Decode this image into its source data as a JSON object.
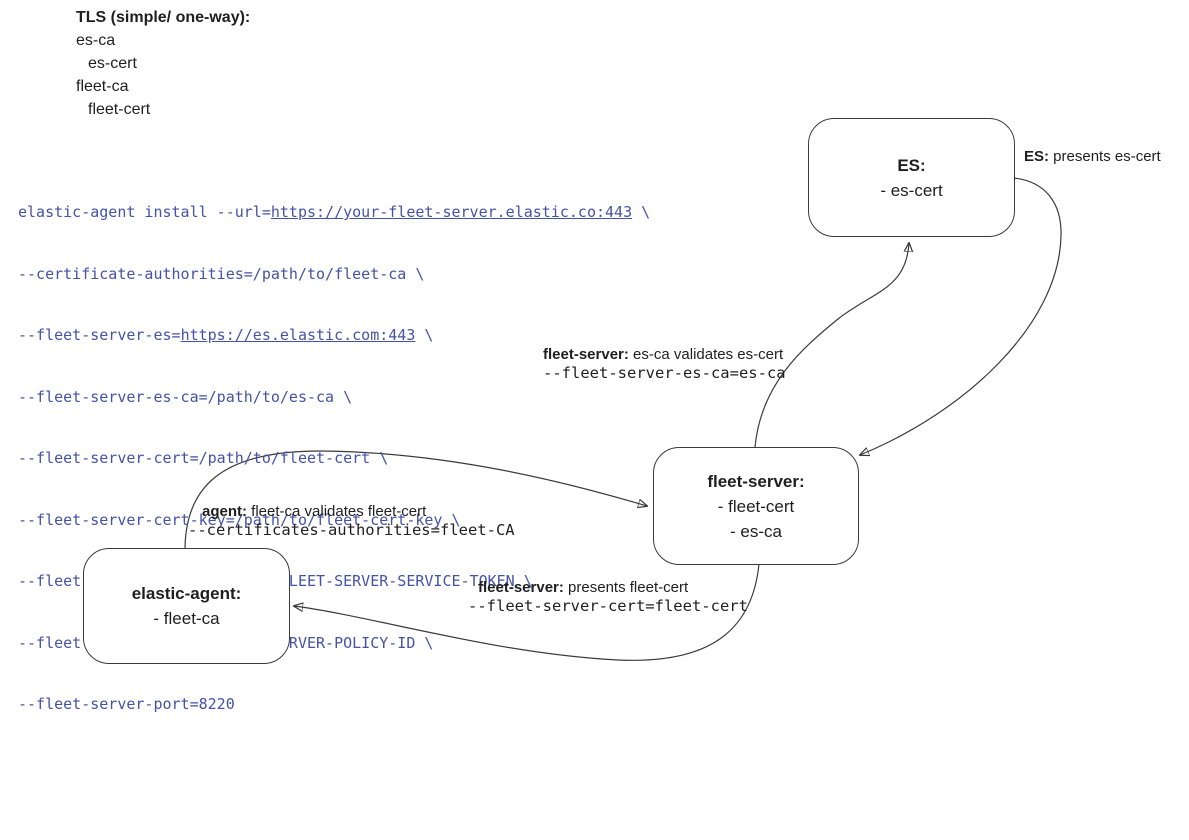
{
  "colors": {
    "background": "#ffffff",
    "ink": "#1f1f1f",
    "code_text": "#4452a8",
    "line_stroke": "#3a3a3a"
  },
  "legend": {
    "heading": "TLS (simple/ one-way):",
    "items": [
      "es-ca",
      "es-cert",
      "fleet-ca",
      "fleet-cert"
    ]
  },
  "code": {
    "lines": [
      [
        {
          "t": "elastic-agent install --url="
        },
        {
          "t": "https://your-fleet-server.elastic.co:443"
        },
        {
          "t": " \\"
        }
      ],
      [
        {
          "t": "--certificate-authorities=/path/to/fleet-ca \\"
        }
      ],
      [
        {
          "t": "--fleet-server-es="
        },
        {
          "t": "https://es.elastic.com:443"
        },
        {
          "t": " \\"
        }
      ],
      [
        {
          "t": "--fleet-server-es-ca=/path/to/es-ca \\"
        }
      ],
      [
        {
          "t": "--fleet-server-cert=/path/to/fleet-cert \\"
        }
      ],
      [
        {
          "t": "--fleet-server-cert-key=/path/to/fleet-cert-key \\"
        }
      ],
      [
        {
          "t": "--fleet-server-service-token=FLEET-SERVER-SERVICE-TOKEN \\"
        }
      ],
      [
        {
          "t": "--fleet-server-policy=FLEET-SERVER-POLICY-ID \\"
        }
      ],
      [
        {
          "t": "--fleet-server-port=8220"
        }
      ]
    ]
  },
  "nodes": {
    "es": {
      "title": "ES:",
      "items": [
        "- es-cert"
      ]
    },
    "fleet_server": {
      "title": "fleet-server:",
      "items": [
        "- fleet-cert",
        "- es-ca"
      ]
    },
    "elastic_agent": {
      "title": "elastic-agent:",
      "items": [
        "- fleet-ca"
      ]
    }
  },
  "edge_labels": {
    "es_presents": {
      "bold": "ES:",
      "text": " presents es-cert"
    },
    "fleet_validates_es": {
      "bold": "fleet-server:",
      "text": " es-ca validates es-cert",
      "mono": "--fleet-server-es-ca=es-ca"
    },
    "agent_validates_fleet": {
      "bold": "agent:",
      "text": " fleet-ca validates fleet-cert",
      "mono": "--certificates-authorities=fleet-CA"
    },
    "fleet_presents_cert": {
      "bold": "fleet-server:",
      "text": " presents fleet-cert",
      "mono": "--fleet-server-cert=fleet-cert"
    }
  }
}
